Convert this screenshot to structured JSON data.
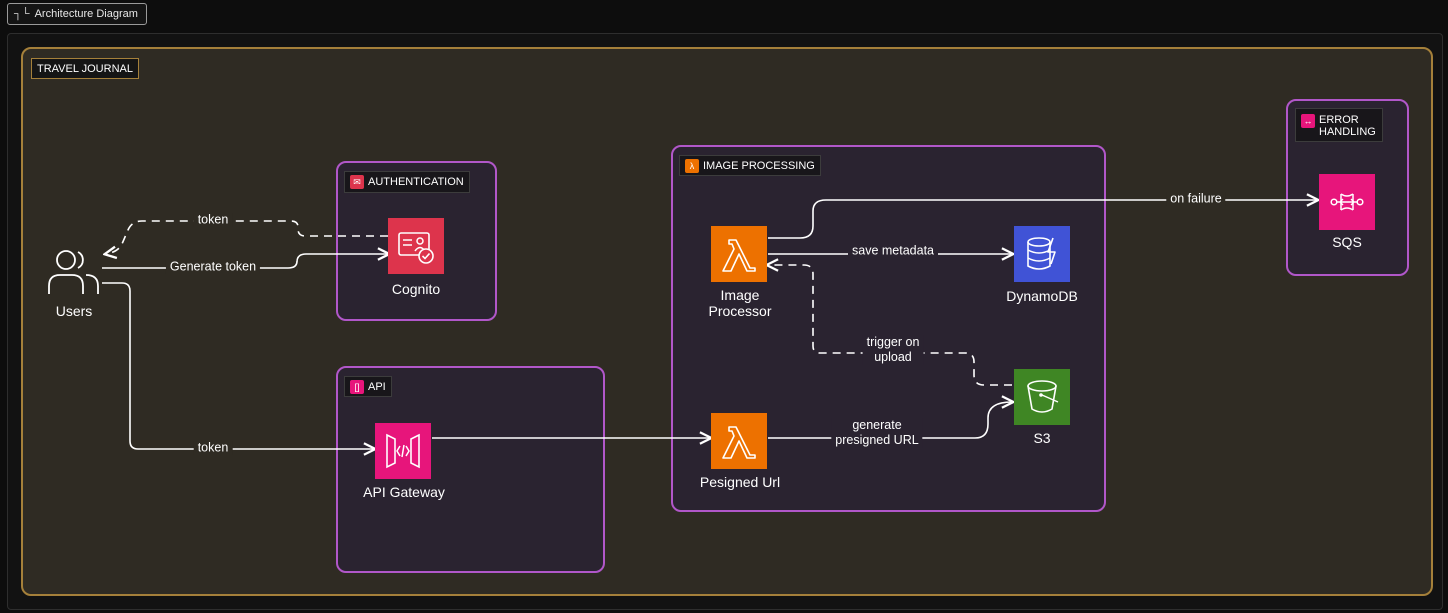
{
  "tab": {
    "label": "Architecture Diagram",
    "icon": "diagram-icon"
  },
  "groups": {
    "travel": "TRAVEL JOURNAL",
    "auth": "AUTHENTICATION",
    "api": "API",
    "image": "IMAGE PROCESSING",
    "error": "ERROR\nHANDLING"
  },
  "nodes": {
    "users": "Users",
    "cognito": "Cognito",
    "api_gateway": "API Gateway",
    "image_processor": "Image\nProcessor",
    "presigned": "Pesigned Url",
    "dynamodb": "DynamoDB",
    "s3": "S3",
    "sqs": "SQS"
  },
  "edges": {
    "token_return": "token",
    "generate_token": "Generate token",
    "token_api": "token",
    "save_metadata": "save metadata",
    "trigger_upload": "trigger on\nupload",
    "generate_presigned": "generate\npresigned URL",
    "on_failure": "on failure"
  },
  "colors": {
    "travel_border": "#a5803a",
    "group_border": "#b157c9",
    "cognito": "#dd344c",
    "api_gateway": "#e7157b",
    "lambda": "#ed7100",
    "dynamodb": "#4053d6",
    "s3": "#3f8624",
    "sqs": "#e7157b"
  },
  "icons": {
    "users": "users-icon",
    "cognito": "cognito-icon",
    "api_gateway": "api-gateway-icon",
    "lambda": "lambda-icon",
    "dynamodb": "dynamodb-icon",
    "s3": "s3-bucket-icon",
    "sqs": "sqs-icon"
  }
}
